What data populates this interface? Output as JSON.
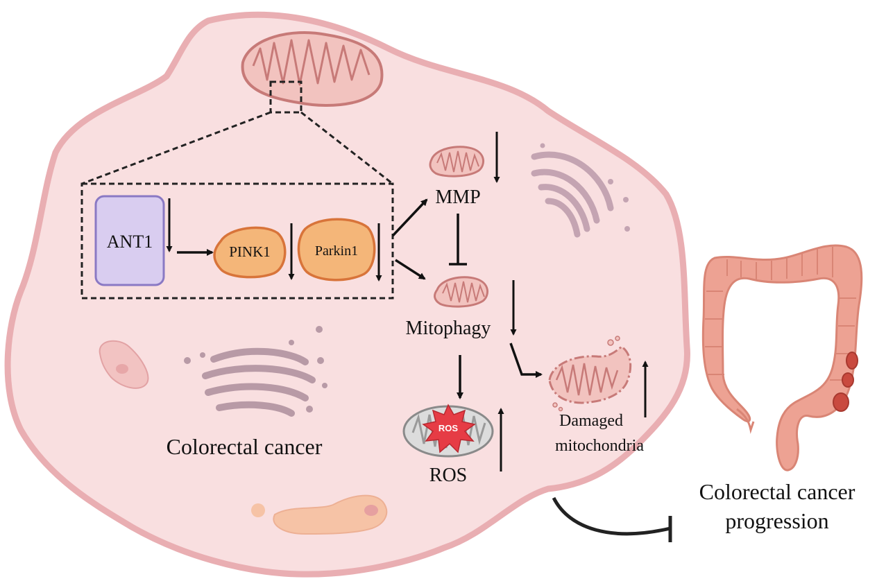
{
  "diagram": {
    "nodes": {
      "ant1": "ANT1",
      "pink1": "PINK1",
      "parkin1": "Parkin1",
      "mmp": "MMP",
      "mitophagy": "Mitophagy",
      "ros_badge": "ROS",
      "ros": "ROS",
      "damaged_line1": "Damaged",
      "damaged_line2": "mitochondria",
      "cell_label": "Colorectal cancer",
      "progression_line1": "Colorectal cancer",
      "progression_line2": "progression"
    },
    "regulation": {
      "ant1": "down",
      "pink1": "down",
      "parkin1": "down",
      "mmp": "down",
      "mitophagy": "down",
      "ros": "up",
      "damaged_mitochondria": "up"
    },
    "relations": [
      {
        "from": "ANT1",
        "to": "PINK1",
        "type": "activates"
      },
      {
        "from": "Parkin1",
        "to": "MMP",
        "type": "activates"
      },
      {
        "from": "Parkin1",
        "to": "Mitophagy",
        "type": "activates"
      },
      {
        "from": "MMP",
        "to": "Mitophagy",
        "type": "inhibits"
      },
      {
        "from": "Mitophagy",
        "to": "ROS",
        "type": "activates"
      },
      {
        "from": "Mitophagy",
        "to": "Damaged mitochondria",
        "type": "activates"
      },
      {
        "from": "Colorectal cancer",
        "to": "Colorectal cancer progression",
        "type": "inhibits"
      }
    ],
    "colors": {
      "cell_fill": "#f9dfe0",
      "cell_stroke": "#e9aeb2",
      "ant1_fill": "#d9cdf0",
      "ant1_stroke": "#8a79c4",
      "protein_fill": "#f4b679",
      "protein_stroke": "#d8743a",
      "mito_fill": "#f2c3bf",
      "mito_stroke": "#c77a78",
      "organelle": "#b89aa6",
      "ros_star": "#e63c45",
      "colon": "#eda293",
      "tumor": "#c94a3f"
    }
  }
}
